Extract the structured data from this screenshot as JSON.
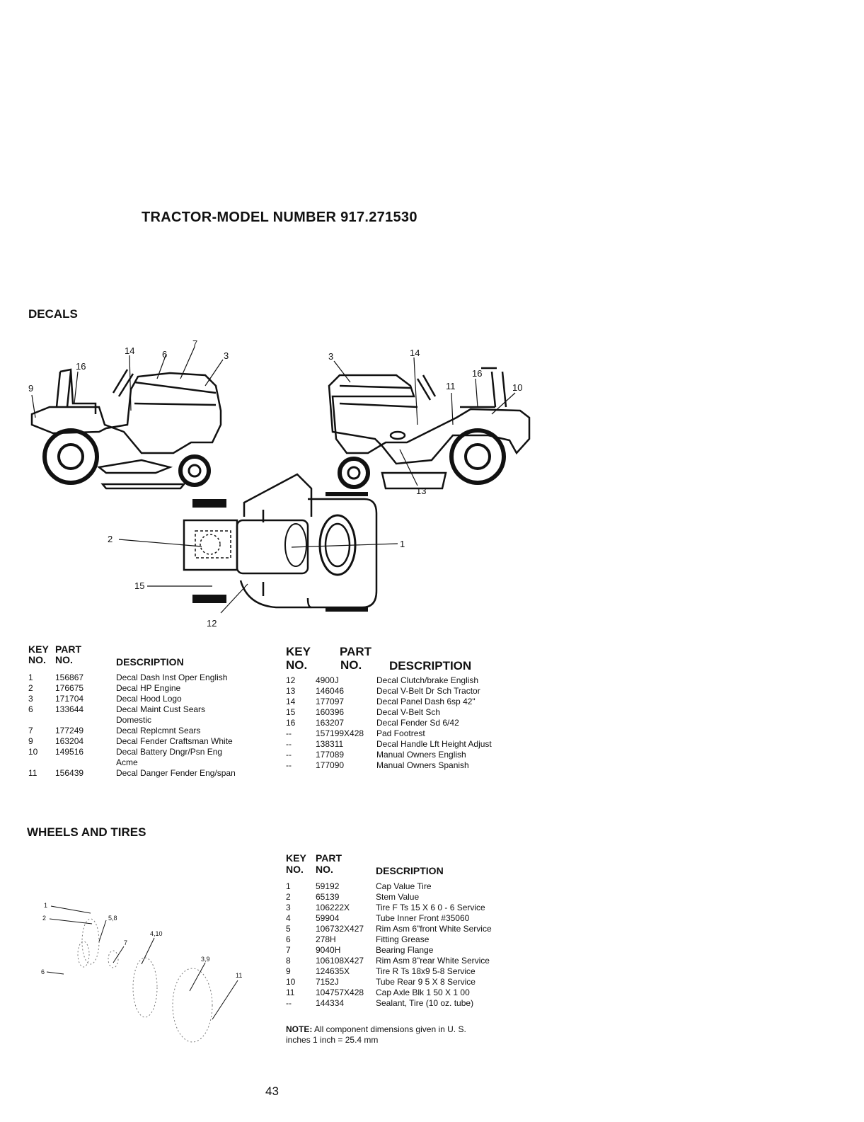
{
  "page_title": "TRACTOR-MODEL NUMBER 917.271530",
  "decals": {
    "section_title": "DECALS",
    "left_header": {
      "key1": "KEY",
      "part1": "PART",
      "key2": "NO.",
      "part2": "NO.",
      "desc": "DESCRIPTION"
    },
    "right_header": {
      "key1": "KEY",
      "part1": "PART",
      "key2": "NO.",
      "part2": "NO.",
      "desc": "DESCRIPTION"
    },
    "left_rows": [
      {
        "key": "1",
        "part": "156867",
        "desc": "Decal Dash Inst Oper English"
      },
      {
        "key": "2",
        "part": "176675",
        "desc": "Decal HP Engine"
      },
      {
        "key": "3",
        "part": "171704",
        "desc": "Decal Hood Logo"
      },
      {
        "key": "6",
        "part": "133644",
        "desc": "Decal Maint Cust Sears"
      },
      {
        "key": "",
        "part": "",
        "desc": "Domestic"
      },
      {
        "key": "7",
        "part": "177249",
        "desc": "Decal Replcmnt Sears"
      },
      {
        "key": "9",
        "part": "163204",
        "desc": "Decal Fender Craftsman White"
      },
      {
        "key": "10",
        "part": "149516",
        "desc": "Decal Battery Dngr/Psn Eng"
      },
      {
        "key": "",
        "part": "",
        "desc": "Acme"
      },
      {
        "key": "11",
        "part": "156439",
        "desc": "Decal Danger Fender Eng/span"
      }
    ],
    "right_rows": [
      {
        "key": "12",
        "part": "4900J",
        "desc": "Decal Clutch/brake English"
      },
      {
        "key": "13",
        "part": "146046",
        "desc": "Decal V-Belt Dr Sch Tractor"
      },
      {
        "key": "14",
        "part": "177097",
        "desc": "Decal Panel Dash 6sp 42\""
      },
      {
        "key": "15",
        "part": "160396",
        "desc": "Decal V-Belt Sch"
      },
      {
        "key": "16",
        "part": "163207",
        "desc": "Decal Fender Sd 6/42"
      },
      {
        "key": "--",
        "part": "157199X428",
        "desc": "Pad Footrest"
      },
      {
        "key": "--",
        "part": "138311",
        "desc": "Decal Handle Lft Height Adjust"
      },
      {
        "key": "--",
        "part": "177089",
        "desc": "Manual Owners English"
      },
      {
        "key": "--",
        "part": "177090",
        "desc": "Manual Owners Spanish"
      }
    ],
    "callouts": {
      "left_view": [
        "14",
        "6",
        "7",
        "3",
        "16",
        "9"
      ],
      "right_view": [
        "3",
        "14",
        "16",
        "11",
        "10",
        "13"
      ],
      "top_view": [
        "2",
        "15",
        "12",
        "1"
      ]
    }
  },
  "wheels": {
    "section_title": "WHEELS AND TIRES",
    "header": {
      "key1": "KEY",
      "part1": "PART",
      "key2": "NO.",
      "part2": "NO.",
      "desc": "DESCRIPTION"
    },
    "rows": [
      {
        "key": "1",
        "part": "59192",
        "desc": "Cap Value Tire"
      },
      {
        "key": "2",
        "part": "65139",
        "desc": "Stem Value"
      },
      {
        "key": "3",
        "part": "106222X",
        "desc": "Tire F Ts 15 X 6 0 - 6 Service"
      },
      {
        "key": "4",
        "part": "59904",
        "desc": "Tube Inner Front #35060"
      },
      {
        "key": "5",
        "part": "106732X427",
        "desc": "Rim Asm 6\"front White Service"
      },
      {
        "key": "6",
        "part": "278H",
        "desc": "Fitting Grease"
      },
      {
        "key": "7",
        "part": "9040H",
        "desc": "Bearing Flange"
      },
      {
        "key": "8",
        "part": "106108X427",
        "desc": "Rim Asm 8\"rear White Service"
      },
      {
        "key": "9",
        "part": "124635X",
        "desc": "Tire R Ts 18x9 5-8 Service"
      },
      {
        "key": "10",
        "part": "7152J",
        "desc": "Tube Rear 9 5 X 8 Service"
      },
      {
        "key": "11",
        "part": "104757X428",
        "desc": "Cap Axle Blk 1 50 X 1 00"
      },
      {
        "key": "--",
        "part": "144334",
        "desc": "Sealant, Tire (10 oz. tube)"
      }
    ],
    "callouts": [
      "1",
      "2",
      "5,8",
      "7",
      "4,10",
      "3,9",
      "11",
      "6"
    ],
    "note_label": "NOTE:",
    "note_line1": "All component dimensions given in U. S.",
    "note_line2": "inches 1 inch = 25.4 mm"
  },
  "page_number": "43"
}
